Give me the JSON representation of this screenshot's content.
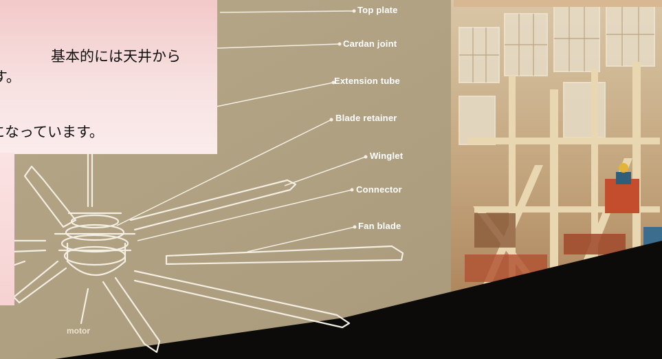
{
  "text_box": {
    "line1": "基本的には天井から",
    "line2": "す。",
    "line3": "になっています。"
  },
  "diagram": {
    "callouts": [
      {
        "id": "top-plate",
        "label": "Top plate"
      },
      {
        "id": "cardan-joint",
        "label": "Cardan joint"
      },
      {
        "id": "extension-tube",
        "label": "Extension tube"
      },
      {
        "id": "blade-retainer",
        "label": "Blade retainer"
      },
      {
        "id": "winglet",
        "label": "Winglet"
      },
      {
        "id": "connector",
        "label": "Connector"
      },
      {
        "id": "fan-blade",
        "label": "Fan blade"
      }
    ],
    "motor_label": "motor"
  },
  "colors": {
    "diagram_bg": "#b1a184",
    "line_art": "#f4efe3",
    "text_box_top": "#f3c9c9",
    "text_box_bottom": "#fbecec",
    "factory_tone": "#c5a57a",
    "dark_band": "#0d0b0a"
  }
}
